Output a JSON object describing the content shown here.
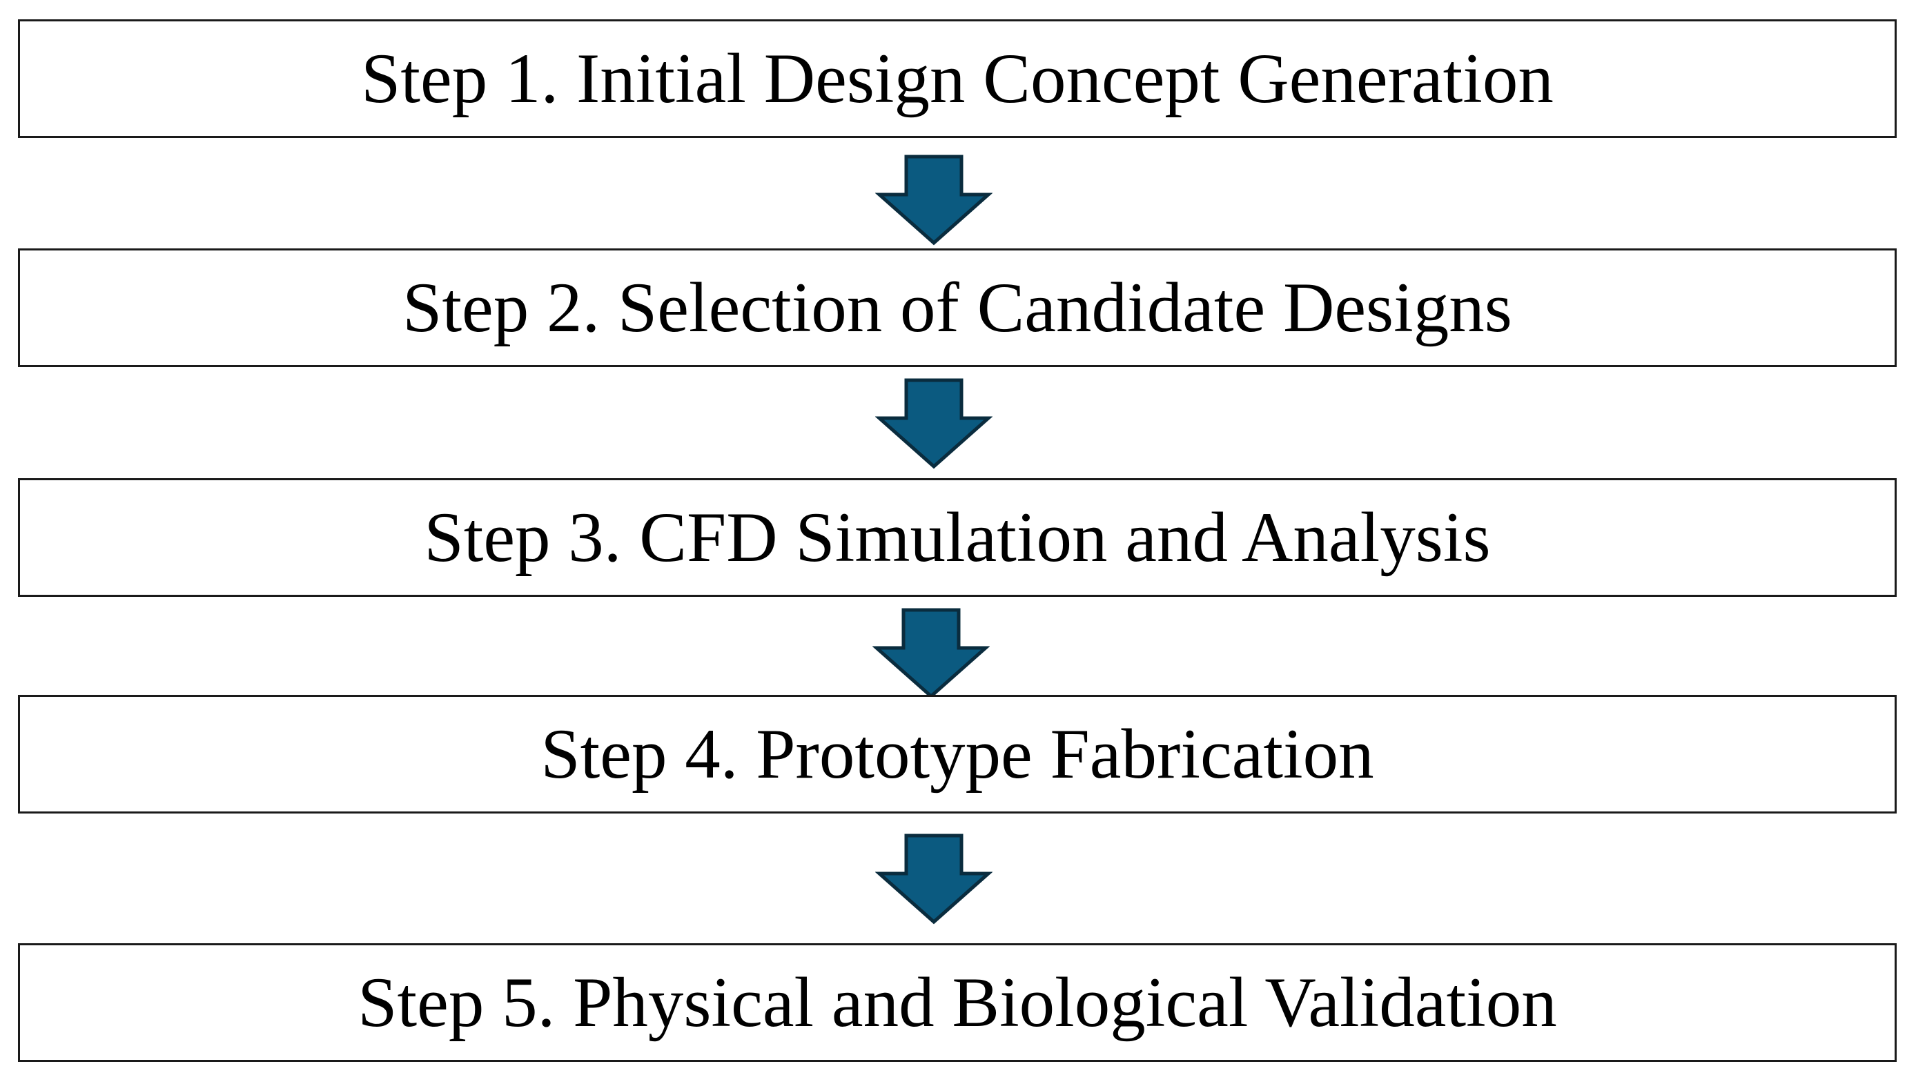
{
  "steps": [
    {
      "label": "Step 1. Initial Design Concept Generation"
    },
    {
      "label": "Step 2. Selection of Candidate Designs"
    },
    {
      "label": "Step 3. CFD Simulation and Analysis"
    },
    {
      "label": "Step 4. Prototype Fabrication"
    },
    {
      "label": "Step 5. Physical and Biological Validation"
    }
  ],
  "arrows": {
    "icon": "down-arrow-icon",
    "fill_color": "#0b5a80",
    "stroke_color": "#0a2c3e"
  },
  "box_border_color": "#1a1a1a"
}
